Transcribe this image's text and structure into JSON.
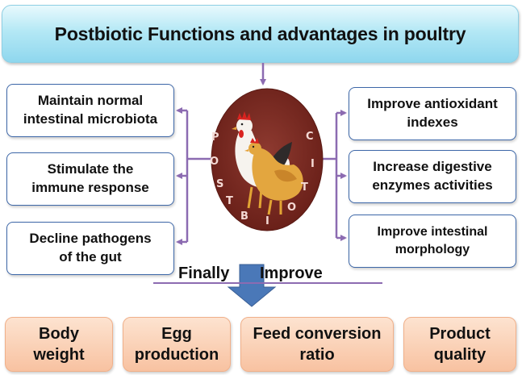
{
  "title": "Postbiotic Functions and advantages in poultry",
  "left_functions": [
    "Maintain normal\nintestinal microbiota",
    "Stimulate the\nimmune response",
    "Decline pathogens\nof the gut"
  ],
  "right_functions": [
    "Improve antioxidant\nindexes",
    "Increase digestive\nenzymes activities",
    "Improve intestinal\nmorphology"
  ],
  "center_letters": [
    "P",
    "O",
    "S",
    "T",
    "B",
    "I",
    "O",
    "T",
    "I",
    "C"
  ],
  "connector": {
    "left": "Finally",
    "right": "Improve"
  },
  "outcomes": [
    "Body\nweight",
    "Egg\nproduction",
    "Feed conversion\nratio",
    "Product\nquality"
  ],
  "colors": {
    "title_bg": "#a8e2f3",
    "box_border": "#3d67a8",
    "arrow": "#8c6bb1",
    "down_arrow": "#4a78b8",
    "outcome_bg": "#f8c2a1",
    "center_circle": "#7a2b23"
  }
}
